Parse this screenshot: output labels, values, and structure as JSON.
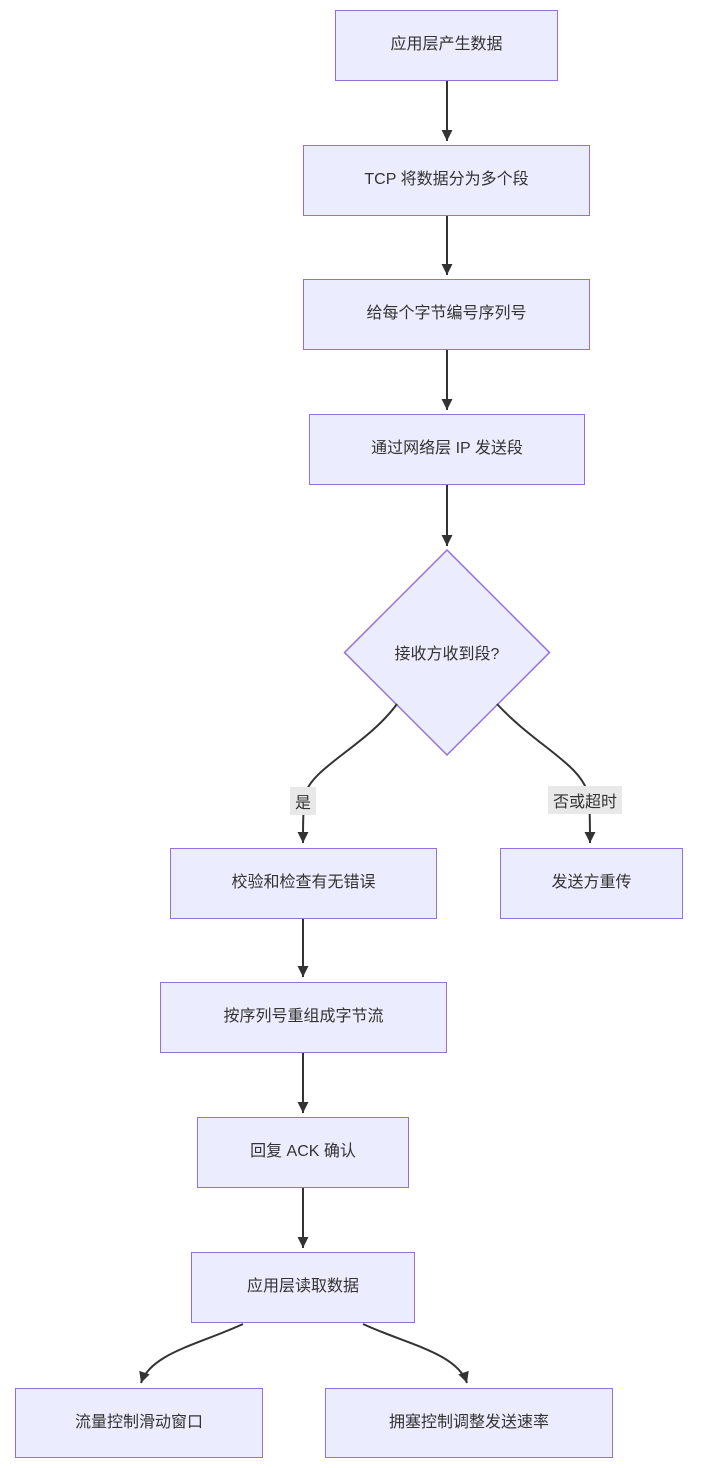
{
  "diagram": {
    "type": "flowchart",
    "direction": "top-down",
    "colors": {
      "background": "#ffffff",
      "node_fill": "#ECECFF",
      "node_border": "#9370DB",
      "node_text": "#333333",
      "edge_line": "#333333",
      "edge_label_bg": "#e8e8e8",
      "edge_label_text": "#333333"
    },
    "nodes": [
      {
        "id": "A",
        "shape": "rect",
        "label": "应用层产生数据"
      },
      {
        "id": "B",
        "shape": "rect",
        "label": "TCP 将数据分为多个段"
      },
      {
        "id": "C",
        "shape": "rect",
        "label": "给每个字节编号序列号"
      },
      {
        "id": "D",
        "shape": "rect",
        "label": "通过网络层 IP 发送段"
      },
      {
        "id": "E",
        "shape": "diamond",
        "label": "接收方收到段?"
      },
      {
        "id": "F",
        "shape": "rect",
        "label": "校验和检查有无错误"
      },
      {
        "id": "G",
        "shape": "rect",
        "label": "发送方重传"
      },
      {
        "id": "H",
        "shape": "rect",
        "label": "按序列号重组成字节流"
      },
      {
        "id": "I",
        "shape": "rect",
        "label": "回复 ACK 确认"
      },
      {
        "id": "J",
        "shape": "rect",
        "label": "应用层读取数据"
      },
      {
        "id": "K",
        "shape": "rect",
        "label": "流量控制滑动窗口"
      },
      {
        "id": "L",
        "shape": "rect",
        "label": "拥塞控制调整发送速率"
      }
    ],
    "edges": [
      {
        "from": "A",
        "to": "B",
        "label": ""
      },
      {
        "from": "B",
        "to": "C",
        "label": ""
      },
      {
        "from": "C",
        "to": "D",
        "label": ""
      },
      {
        "from": "D",
        "to": "E",
        "label": ""
      },
      {
        "from": "E",
        "to": "F",
        "label": "是"
      },
      {
        "from": "E",
        "to": "G",
        "label": "否或超时"
      },
      {
        "from": "F",
        "to": "H",
        "label": ""
      },
      {
        "from": "H",
        "to": "I",
        "label": ""
      },
      {
        "from": "I",
        "to": "J",
        "label": ""
      },
      {
        "from": "J",
        "to": "K",
        "label": ""
      },
      {
        "from": "J",
        "to": "L",
        "label": ""
      }
    ]
  }
}
